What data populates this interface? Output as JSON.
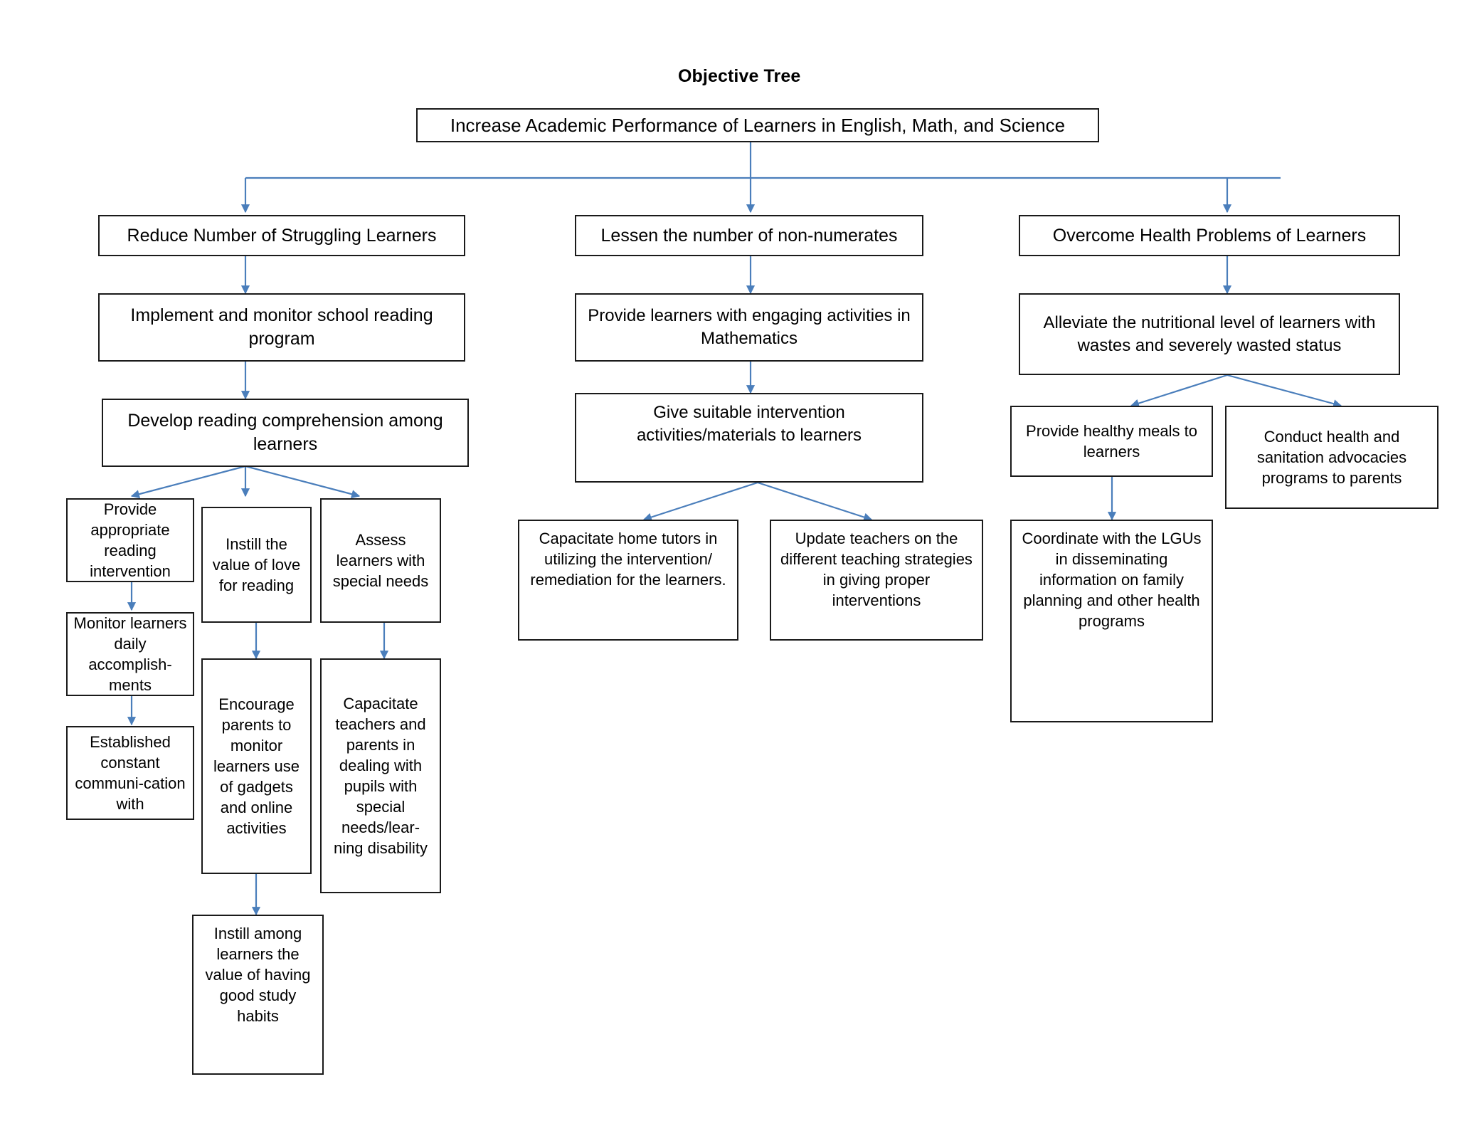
{
  "diagram": {
    "title": "Objective Tree",
    "type": "objective-tree",
    "root": {
      "id": "root",
      "label": "Increase Academic Performance of Learners in English, Math, and Science"
    },
    "branches": [
      {
        "id": "branch-reduce-struggling",
        "label": "Reduce Number of Struggling Learners",
        "children": [
          {
            "id": "implement-reading-program",
            "label": "Implement and monitor school reading program"
          },
          {
            "id": "develop-reading-comprehension",
            "label": "Develop reading comprehension among learners"
          },
          {
            "id": "provide-appropriate-reading-intervention",
            "label": "Provide appropriate reading intervention"
          },
          {
            "id": "monitor-learners-daily-accomplishments",
            "label": "Monitor learners daily accomplish-ments"
          },
          {
            "id": "established-constant-communication",
            "label": "Established constant communi-cation with"
          },
          {
            "id": "instill-value-love-for-reading",
            "label": "Instill the value of love for reading"
          },
          {
            "id": "encourage-parents-monitor-gadgets",
            "label": "Encourage parents to monitor learners use of gadgets and online activities"
          },
          {
            "id": "instill-value-good-study-habits",
            "label": "Instill among learners the value of having good study habits"
          },
          {
            "id": "assess-learners-special-needs",
            "label": "Assess learners with special needs"
          },
          {
            "id": "capacitate-teachers-parents-special-needs",
            "label": "Capacitate teachers and parents in dealing with pupils with special needs/lear-ning disability"
          }
        ]
      },
      {
        "id": "branch-lessen-non-numerates",
        "label": "Lessen the number of non-numerates",
        "children": [
          {
            "id": "provide-engaging-math-activities",
            "label": "Provide learners with engaging activities in Mathematics"
          },
          {
            "id": "give-suitable-intervention-materials",
            "label": "Give suitable intervention activities/materials to learners"
          },
          {
            "id": "capacitate-home-tutors",
            "label": "Capacitate home tutors in utilizing the intervention/ remediation for the learners."
          },
          {
            "id": "update-teachers-teaching-strategies",
            "label": "Update teachers on the different teaching strategies in giving proper interventions"
          }
        ]
      },
      {
        "id": "branch-overcome-health-problems",
        "label": "Overcome Health Problems of Learners",
        "children": [
          {
            "id": "alleviate-nutritional-level",
            "label": "Alleviate the nutritional level of learners with wastes and severely wasted status"
          },
          {
            "id": "provide-healthy-meals",
            "label": "Provide healthy meals to learners"
          },
          {
            "id": "coordinate-with-lgus",
            "label": "Coordinate with the LGUs in disseminating information  on family planning and other health programs"
          },
          {
            "id": "conduct-health-sanitation-advocacies",
            "label": "Conduct health and sanitation advocacies programs to parents"
          }
        ]
      }
    ],
    "colors": {
      "connector": "#4a7ebb",
      "box_border": "#1a1a1a",
      "background": "#ffffff",
      "text": "#000000"
    }
  }
}
